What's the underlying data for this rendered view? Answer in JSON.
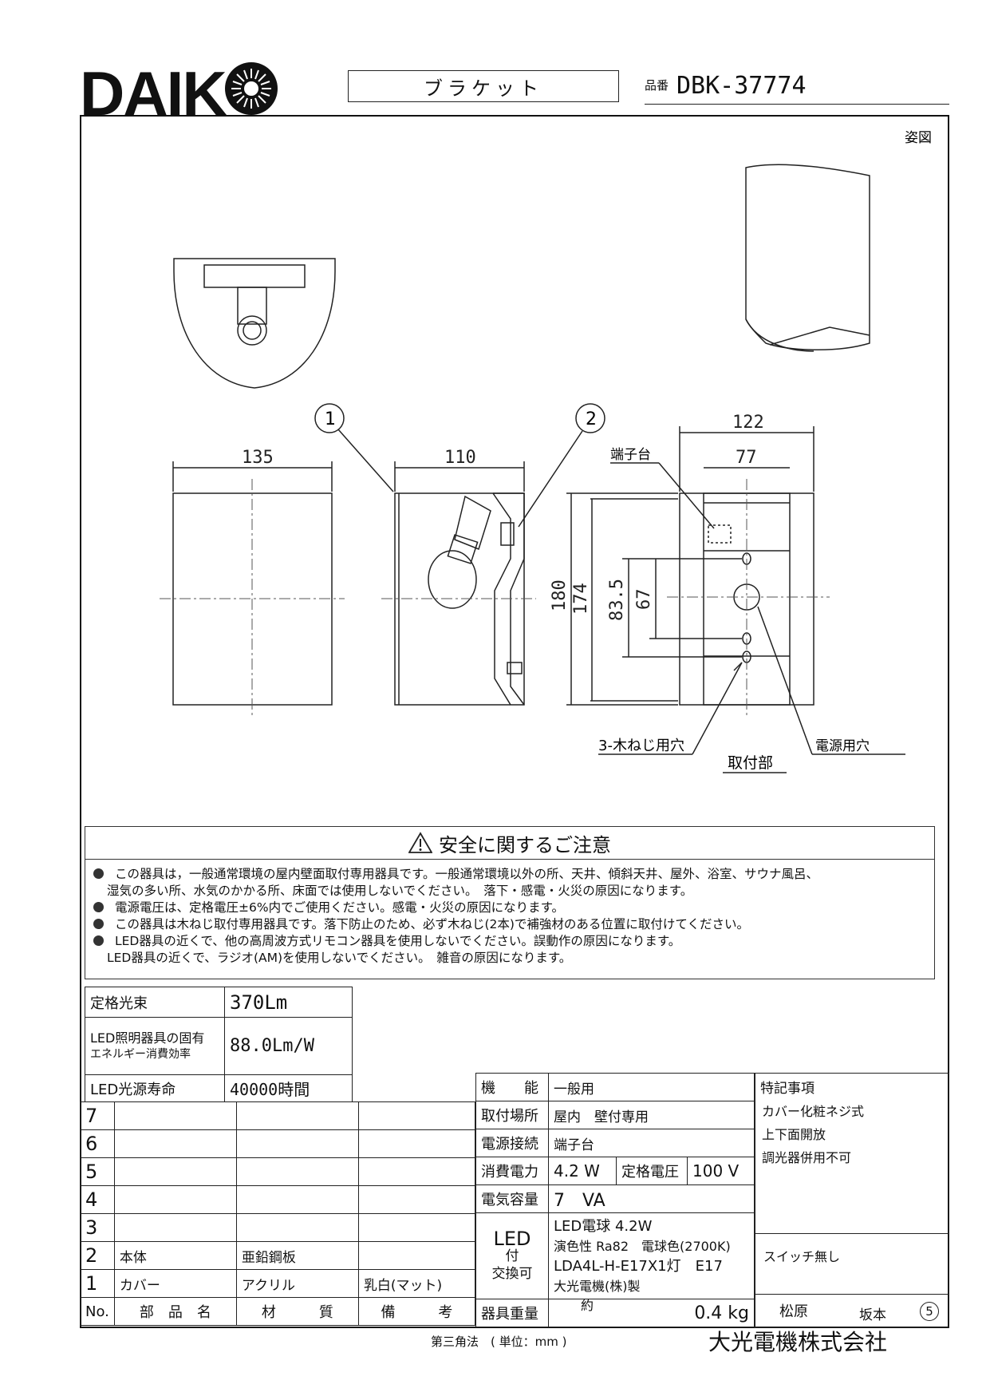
{
  "brand": "DAIK",
  "product_type": "ブラケット",
  "hinban_label": "品番",
  "hinban": "DBK-37774",
  "drawing": {
    "view_label": "姿図",
    "callouts": [
      "1",
      "2"
    ],
    "dims": {
      "front_width": "135",
      "side_width": "110",
      "back_width": "122",
      "back_inner": "77",
      "height_total": "180",
      "height_inner": "174",
      "hole_pitch1": "83.5",
      "hole_pitch2": "67"
    },
    "terminal_label": "端子台",
    "screw_hole_label": "3-木ねじ用穴",
    "mount_label": "取付部",
    "power_hole_label": "電源用穴"
  },
  "safety": {
    "title": "安全に関するご注意",
    "lines": [
      "この器具は，一般通常環境の屋内壁面取付専用器具です。一般通常環境以外の所、天井、傾斜天井、屋外、浴室、サウナ風呂、",
      "湿気の多い所、水気のかかる所、床面では使用しないでください。　落下・感電・火災の原因になります。",
      "電源電圧は、定格電圧±6%内でご使用ください。感電・火災の原因になります。",
      "この器具は木ねじ取付専用器具です。落下防止のため、必ず木ねじ(2本)で補強材のある位置に取付けてください。",
      "LED器具の近くで、他の高周波方式リモコン器具を使用しないでください。誤動作の原因になります。",
      "LED器具の近くで、ラジオ(AM)を使用しないでください。　雑音の原因になります。"
    ]
  },
  "led_spec": [
    {
      "label": "定格光束",
      "value": "370Lm"
    },
    {
      "label": "LED照明器具の固有",
      "label2": "エネルギー消費効率",
      "value": "88.0Lm/W"
    },
    {
      "label": "LED光源寿命",
      "value": "40000時間"
    }
  ],
  "parts": {
    "rows": [
      {
        "no": "7",
        "name": "",
        "material": "",
        "note": ""
      },
      {
        "no": "6",
        "name": "",
        "material": "",
        "note": ""
      },
      {
        "no": "5",
        "name": "",
        "material": "",
        "note": ""
      },
      {
        "no": "4",
        "name": "",
        "material": "",
        "note": ""
      },
      {
        "no": "3",
        "name": "",
        "material": "",
        "note": ""
      },
      {
        "no": "2",
        "name": "本体",
        "material": "亜鉛鋼板",
        "note": ""
      },
      {
        "no": "1",
        "name": "カバー",
        "material": "アクリル",
        "note": "乳白(マット)"
      }
    ],
    "headers": {
      "no": "No.",
      "name": "部　品　名",
      "material": "材　　　質",
      "note": "備　　　考"
    }
  },
  "spec": {
    "function_label": "機　　能",
    "function": "一般用",
    "place_label": "取付場所",
    "place": "屋内　壁付専用",
    "conn_label": "電源接続",
    "conn": "端子台",
    "power_label": "消費電力",
    "power": "4.2 W",
    "rated_label": "定格電圧",
    "rated": "100 V",
    "capacity_label": "電気容量",
    "capacity": "7　VA",
    "led_label1": "LED",
    "led_label2": "付",
    "led_label3": "交換可",
    "led_line1": "LED電球 4.2W",
    "led_line2": "演色性 Ra82　電球色(2700K)",
    "led_line3": "LDA4L-H-E17X1灯　E17",
    "led_line4": "大光電機(株)製",
    "weight_label": "器具重量",
    "weight_prefix": "約",
    "weight": "0.4 kg"
  },
  "notes": {
    "title": "特記事項",
    "items": [
      "カバー化粧ネジ式",
      "上下面開放",
      "調光器併用不可"
    ],
    "switch": "スイッチ無し",
    "sign1": "松原",
    "sign2": "坂本",
    "rev": "5"
  },
  "footer": {
    "method": "第三角法　( 単位：mm )",
    "company": "大光電機株式会社"
  }
}
